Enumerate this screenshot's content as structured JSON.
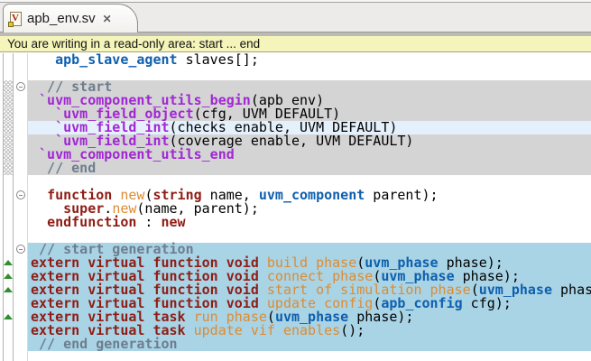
{
  "tab": {
    "title": "apb_env.sv",
    "close_glyph": "✕",
    "file_icon_letter": "V"
  },
  "warning": {
    "text": "You are writing in a read-only area: start ... end"
  },
  "colors": {
    "keyword": "#8e1d15",
    "type": "#0e5fae",
    "macro": "#a226d3",
    "comment": "#6e7d8d",
    "function_name": "#dd8b33",
    "readonly_block_bg": "#d4d4d4",
    "selection_block_bg": "#a9d4e6",
    "current_line_bg": "#e4f1fc",
    "warning_bg": "#f5f5bb"
  },
  "code": {
    "lines": [
      {
        "bg": "",
        "t": [
          [
            "pln",
            "   "
          ],
          [
            "typ",
            "apb_slave_agent"
          ],
          [
            "pln",
            " slaves[];"
          ]
        ]
      },
      {
        "bg": "",
        "t": []
      },
      {
        "bg": "gray",
        "hatch": true,
        "fold": true,
        "t": [
          [
            "cmt",
            "  // start"
          ]
        ]
      },
      {
        "bg": "gray",
        "hatch": true,
        "t": [
          [
            "mac",
            " `uvm_component_utils_begin"
          ],
          [
            "pln",
            "(apb_env)"
          ]
        ]
      },
      {
        "bg": "gray",
        "hatch": true,
        "t": [
          [
            "mac",
            "   `uvm_field_object"
          ],
          [
            "pln",
            "(cfg, UVM_DEFAULT)"
          ]
        ]
      },
      {
        "bg": "cur",
        "hatch": true,
        "t": [
          [
            "mac",
            "   `uvm_field_int"
          ],
          [
            "pln",
            "(checks_enable, UVM_DEFAULT)"
          ]
        ]
      },
      {
        "bg": "gray",
        "hatch": true,
        "t": [
          [
            "mac",
            "   `uvm_field_int"
          ],
          [
            "pln",
            "(coverage_enable, UVM_DEFAULT)"
          ]
        ]
      },
      {
        "bg": "gray",
        "hatch": true,
        "t": [
          [
            "mac",
            " `uvm_component_utils_end"
          ]
        ]
      },
      {
        "bg": "gray",
        "hatch": true,
        "t": [
          [
            "cmt",
            "  // end"
          ]
        ]
      },
      {
        "bg": "",
        "t": []
      },
      {
        "bg": "",
        "fold": true,
        "t": [
          [
            "pln",
            "  "
          ],
          [
            "kw",
            "function"
          ],
          [
            "pln",
            " "
          ],
          [
            "fn",
            "new"
          ],
          [
            "pln",
            "("
          ],
          [
            "kw",
            "string"
          ],
          [
            "pln",
            " name, "
          ],
          [
            "typ",
            "uvm_component"
          ],
          [
            "pln",
            " parent);"
          ]
        ]
      },
      {
        "bg": "",
        "t": [
          [
            "pln",
            "    "
          ],
          [
            "kw",
            "super"
          ],
          [
            "pln",
            "."
          ],
          [
            "fn",
            "new"
          ],
          [
            "pln",
            "(name, parent);"
          ]
        ]
      },
      {
        "bg": "",
        "t": [
          [
            "pln",
            "  "
          ],
          [
            "kw",
            "endfunction"
          ],
          [
            "pln",
            " : "
          ],
          [
            "kw",
            "new"
          ]
        ]
      },
      {
        "bg": "",
        "t": []
      },
      {
        "bg": "blue",
        "fold": true,
        "t": [
          [
            "cmt",
            " // start generation"
          ]
        ]
      },
      {
        "bg": "blue",
        "tri": true,
        "t": [
          [
            "kw",
            "extern virtual function void"
          ],
          [
            "pln",
            " "
          ],
          [
            "fn",
            "build_phase"
          ],
          [
            "pln",
            "("
          ],
          [
            "typ",
            "uvm_phase"
          ],
          [
            "pln",
            " phase);"
          ]
        ]
      },
      {
        "bg": "blue",
        "tri": true,
        "t": [
          [
            "kw",
            "extern virtual function void"
          ],
          [
            "pln",
            " "
          ],
          [
            "fn",
            "connect_phase"
          ],
          [
            "pln",
            "("
          ],
          [
            "typ",
            "uvm_phase"
          ],
          [
            "pln",
            " phase);"
          ]
        ]
      },
      {
        "bg": "blue",
        "tri": true,
        "t": [
          [
            "kw",
            "extern virtual function void"
          ],
          [
            "pln",
            " "
          ],
          [
            "fn",
            "start_of_simulation_phase"
          ],
          [
            "pln",
            "("
          ],
          [
            "typ",
            "uvm_phase"
          ],
          [
            "pln",
            " phase);"
          ]
        ]
      },
      {
        "bg": "blue",
        "t": [
          [
            "kw",
            "extern virtual function void"
          ],
          [
            "pln",
            " "
          ],
          [
            "fn",
            "update_config"
          ],
          [
            "pln",
            "("
          ],
          [
            "typ",
            "apb_config"
          ],
          [
            "pln",
            " cfg);"
          ]
        ]
      },
      {
        "bg": "blue",
        "tri": true,
        "t": [
          [
            "kw",
            "extern virtual task"
          ],
          [
            "pln",
            " "
          ],
          [
            "fn",
            "run_phase"
          ],
          [
            "pln",
            "("
          ],
          [
            "typ",
            "uvm_phase"
          ],
          [
            "pln",
            " phase);"
          ]
        ]
      },
      {
        "bg": "blue",
        "t": [
          [
            "kw",
            "extern virtual task"
          ],
          [
            "pln",
            " "
          ],
          [
            "fn",
            "update_vif_enables"
          ],
          [
            "pln",
            "();"
          ]
        ]
      },
      {
        "bg": "blue",
        "t": [
          [
            "cmt",
            " // end generation"
          ]
        ]
      },
      {
        "bg": "",
        "t": []
      }
    ]
  }
}
